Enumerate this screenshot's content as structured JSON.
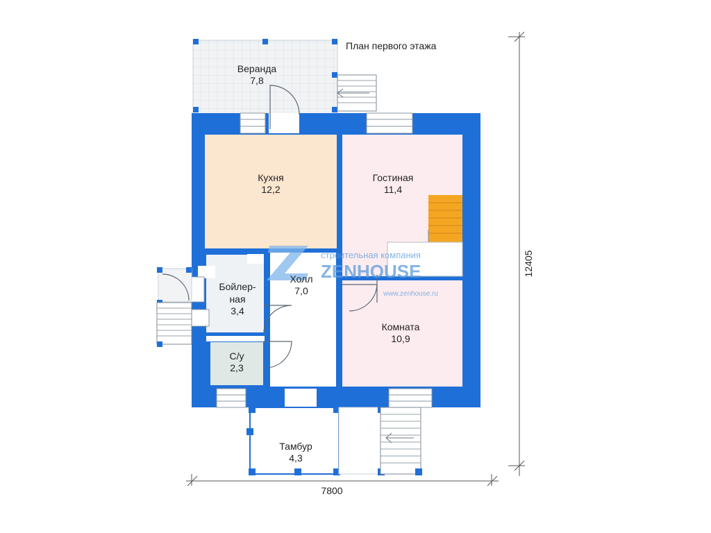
{
  "title": "План первого этажа",
  "dimensions": {
    "width": "7800",
    "height": "12405"
  },
  "rooms": [
    {
      "name": "Веранда",
      "area": "7,8"
    },
    {
      "name": "Кухня",
      "area": "12,2"
    },
    {
      "name": "Гостиная",
      "area": "11,4"
    },
    {
      "name": "Бойлер-",
      "name2": "ная",
      "area": "3,4"
    },
    {
      "name": "Холл",
      "area": "7,0"
    },
    {
      "name": "С/у",
      "area": "2,3"
    },
    {
      "name": "Комната",
      "area": "10,9"
    },
    {
      "name": "Тамбур",
      "area": "4,3"
    }
  ],
  "watermark": {
    "company": "строительная компания",
    "brand": "ZENHOUSE",
    "url": "www.zenhouse.ru"
  },
  "colors": {
    "wall": "#1f6fd8",
    "kitchen": "#fbe6cf",
    "living": "#fdecef",
    "bathroom": "#dfe8e4",
    "veranda": "#f2f4f6",
    "stairs": "#f4a623"
  }
}
